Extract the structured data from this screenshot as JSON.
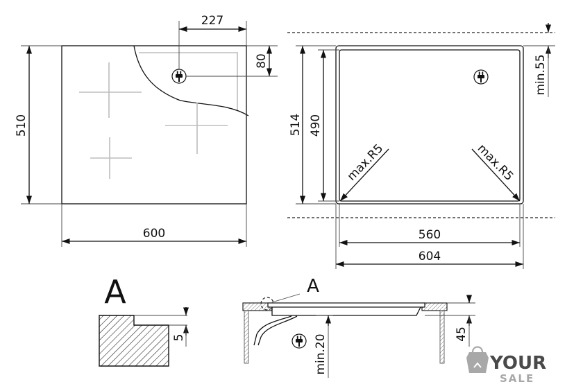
{
  "top_view": {
    "width_label": "600",
    "depth_label": "510",
    "plug_offset_x_label": "227",
    "plug_offset_y_label": "80"
  },
  "cutout_view": {
    "depth_label": "514",
    "inner_depth_label": "490",
    "min_front_label": "min.55",
    "radius_left_label": "max.R5",
    "radius_right_label": "max.R5",
    "inner_width_label": "560",
    "outer_width_label": "604"
  },
  "detail_a": {
    "letter": "A",
    "thickness_label": "5"
  },
  "section_view": {
    "detail_letter": "A",
    "height_label": "45",
    "min_clearance_label": "min.20"
  },
  "icons": [
    "plug-icon",
    "plug-icon",
    "plug-icon"
  ],
  "watermark": {
    "line1": "YOUR",
    "line2": "SALE"
  }
}
